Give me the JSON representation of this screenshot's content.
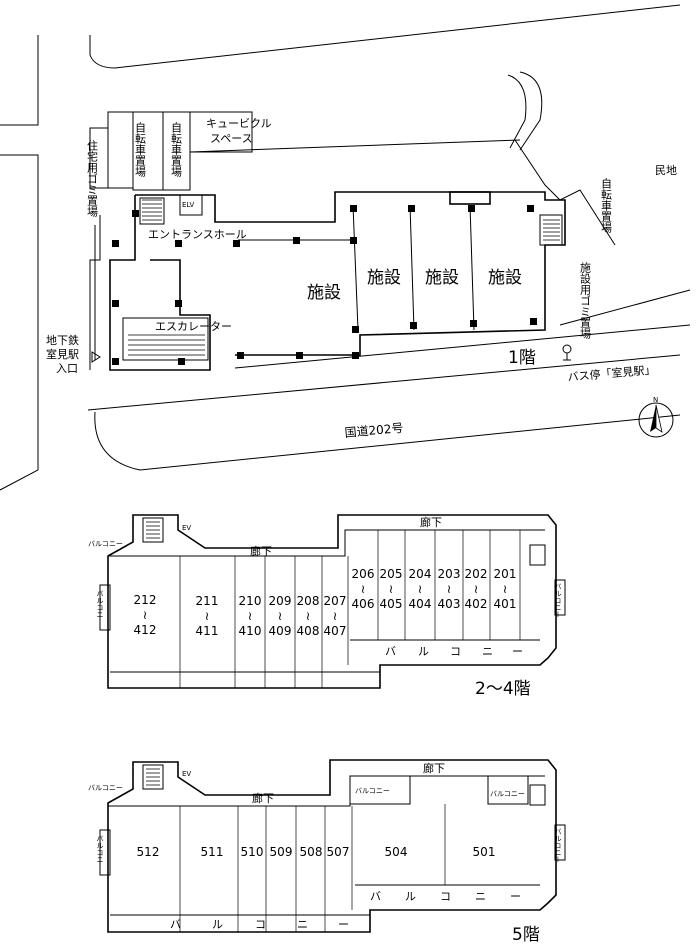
{
  "floor1": {
    "floor_label": "1階",
    "labels": {
      "cubicle_space_1": "キュービクル",
      "cubicle_space_2": "スペース",
      "residential_trash": "住宅用ゴミ置場",
      "bicycle_parking_a": "自転車置場",
      "bicycle_parking_b": "自転車置場",
      "bicycle_parking_c": "自転車置場",
      "neighbor": "民地",
      "elevator": "ELV",
      "entrance_hall": "エントランスホール",
      "escalator": "エスカレーター",
      "facility_1": "施設",
      "facility_2": "施設",
      "facility_3": "施設",
      "facility_4": "施設",
      "facility_trash": "施設用ゴミ置場",
      "subway_1": "地下鉄",
      "subway_2": "室見駅",
      "subway_3": "入口",
      "bus_stop": "バス停「室見駅」",
      "road": "国道202号",
      "north": "N"
    }
  },
  "floor2_4": {
    "floor_label": "2〜4階",
    "corridor": "廊下",
    "ev": "EV",
    "balcony_top_left": "バルコニー",
    "balcony_left": "バルコニー",
    "balcony_right": "バルコニー",
    "balcony_bottom": [
      "バ",
      "ル",
      "コ",
      "ニ",
      "ー"
    ],
    "range_mark": "≀",
    "rooms": [
      {
        "top": "212",
        "bottom": "412"
      },
      {
        "top": "211",
        "bottom": "411"
      },
      {
        "top": "210",
        "bottom": "410"
      },
      {
        "top": "209",
        "bottom": "409"
      },
      {
        "top": "208",
        "bottom": "408"
      },
      {
        "top": "207",
        "bottom": "407"
      },
      {
        "top": "206",
        "bottom": "406"
      },
      {
        "top": "205",
        "bottom": "405"
      },
      {
        "top": "204",
        "bottom": "404"
      },
      {
        "top": "203",
        "bottom": "403"
      },
      {
        "top": "202",
        "bottom": "402"
      },
      {
        "top": "201",
        "bottom": "401"
      }
    ]
  },
  "floor5": {
    "floor_label": "5階",
    "corridor": "廊下",
    "ev": "EV",
    "balcony_top_left": "バルコニー",
    "balcony_left": "バルコニー",
    "balcony_right": "バルコニー",
    "balcony_mid": "バルコニー",
    "balcony_mid_right": "バルコニー",
    "balcony_bottom_left": [
      "バ",
      "ル",
      "コ",
      "ニ",
      "ー"
    ],
    "balcony_bottom_right": [
      "バ",
      "ル",
      "コ",
      "ニ",
      "ー"
    ],
    "rooms": [
      "512",
      "511",
      "510",
      "509",
      "508",
      "507",
      "504",
      "501"
    ]
  }
}
